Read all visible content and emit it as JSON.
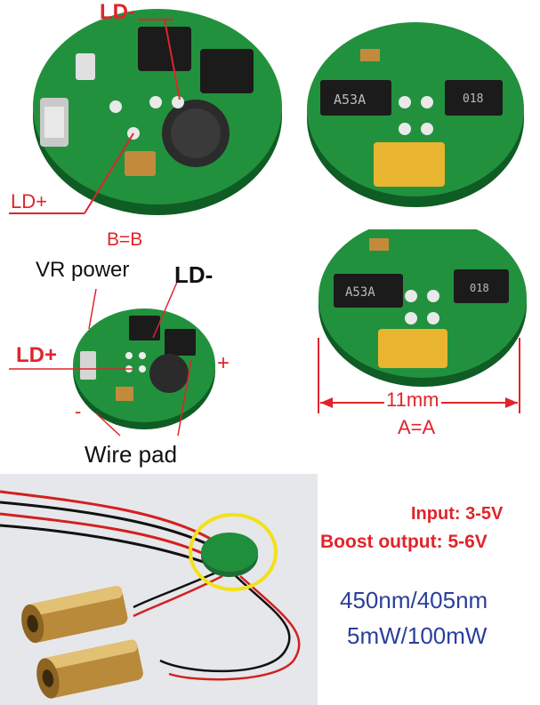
{
  "top_left": {
    "ld_minus": "LD-",
    "ld_plus": "LD+",
    "caption": "B=B"
  },
  "middle_left": {
    "vr_power": "VR power",
    "ld_minus": "LD-",
    "ld_plus": "LD+",
    "plus_sign": "+",
    "minus_sign": "-",
    "wire_pad": "Wire pad"
  },
  "right": {
    "dimension": "11mm",
    "caption": "A=A",
    "chip_marking": "A53A",
    "chip2_marking": "018"
  },
  "specs": {
    "input": "Input: 3-5V",
    "boost": "Boost output: 5-6V",
    "wavelength": "450nm/405nm",
    "power": "5mW/100mW"
  },
  "colors": {
    "red": "#e0242b",
    "blue": "#2a3f9a",
    "pcb_green": "#1f8f3c"
  }
}
